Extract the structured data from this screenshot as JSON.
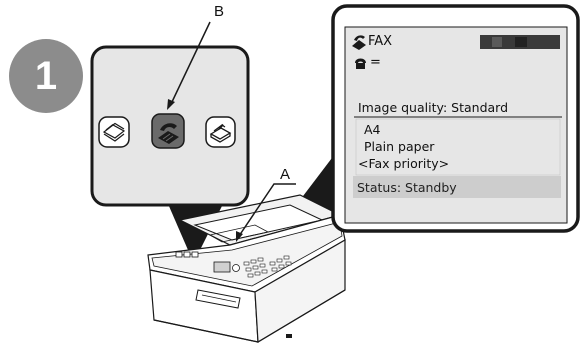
{
  "step": {
    "number": "1"
  },
  "callouts": {
    "a": "A",
    "b": "B"
  },
  "lcd": {
    "mode_title": "FAX",
    "number_prefix": "=",
    "image_quality": "Image quality: Standard",
    "settings": [
      "A4",
      "Plain paper",
      "<Fax priority>"
    ],
    "status": "Status: Standby"
  },
  "panel_buttons": [
    {
      "name": "copy-mode-button",
      "icon": "copy-icon"
    },
    {
      "name": "fax-mode-button",
      "icon": "fax-icon"
    },
    {
      "name": "scan-mode-button",
      "icon": "scan-icon"
    }
  ],
  "colors": {
    "step_circle": "#8c8c8c",
    "panel_fill": "#e6e6e6",
    "status_bar": "#cdcdcd",
    "selected_button": "#6a6a6a",
    "line": "#1a1a1a"
  }
}
